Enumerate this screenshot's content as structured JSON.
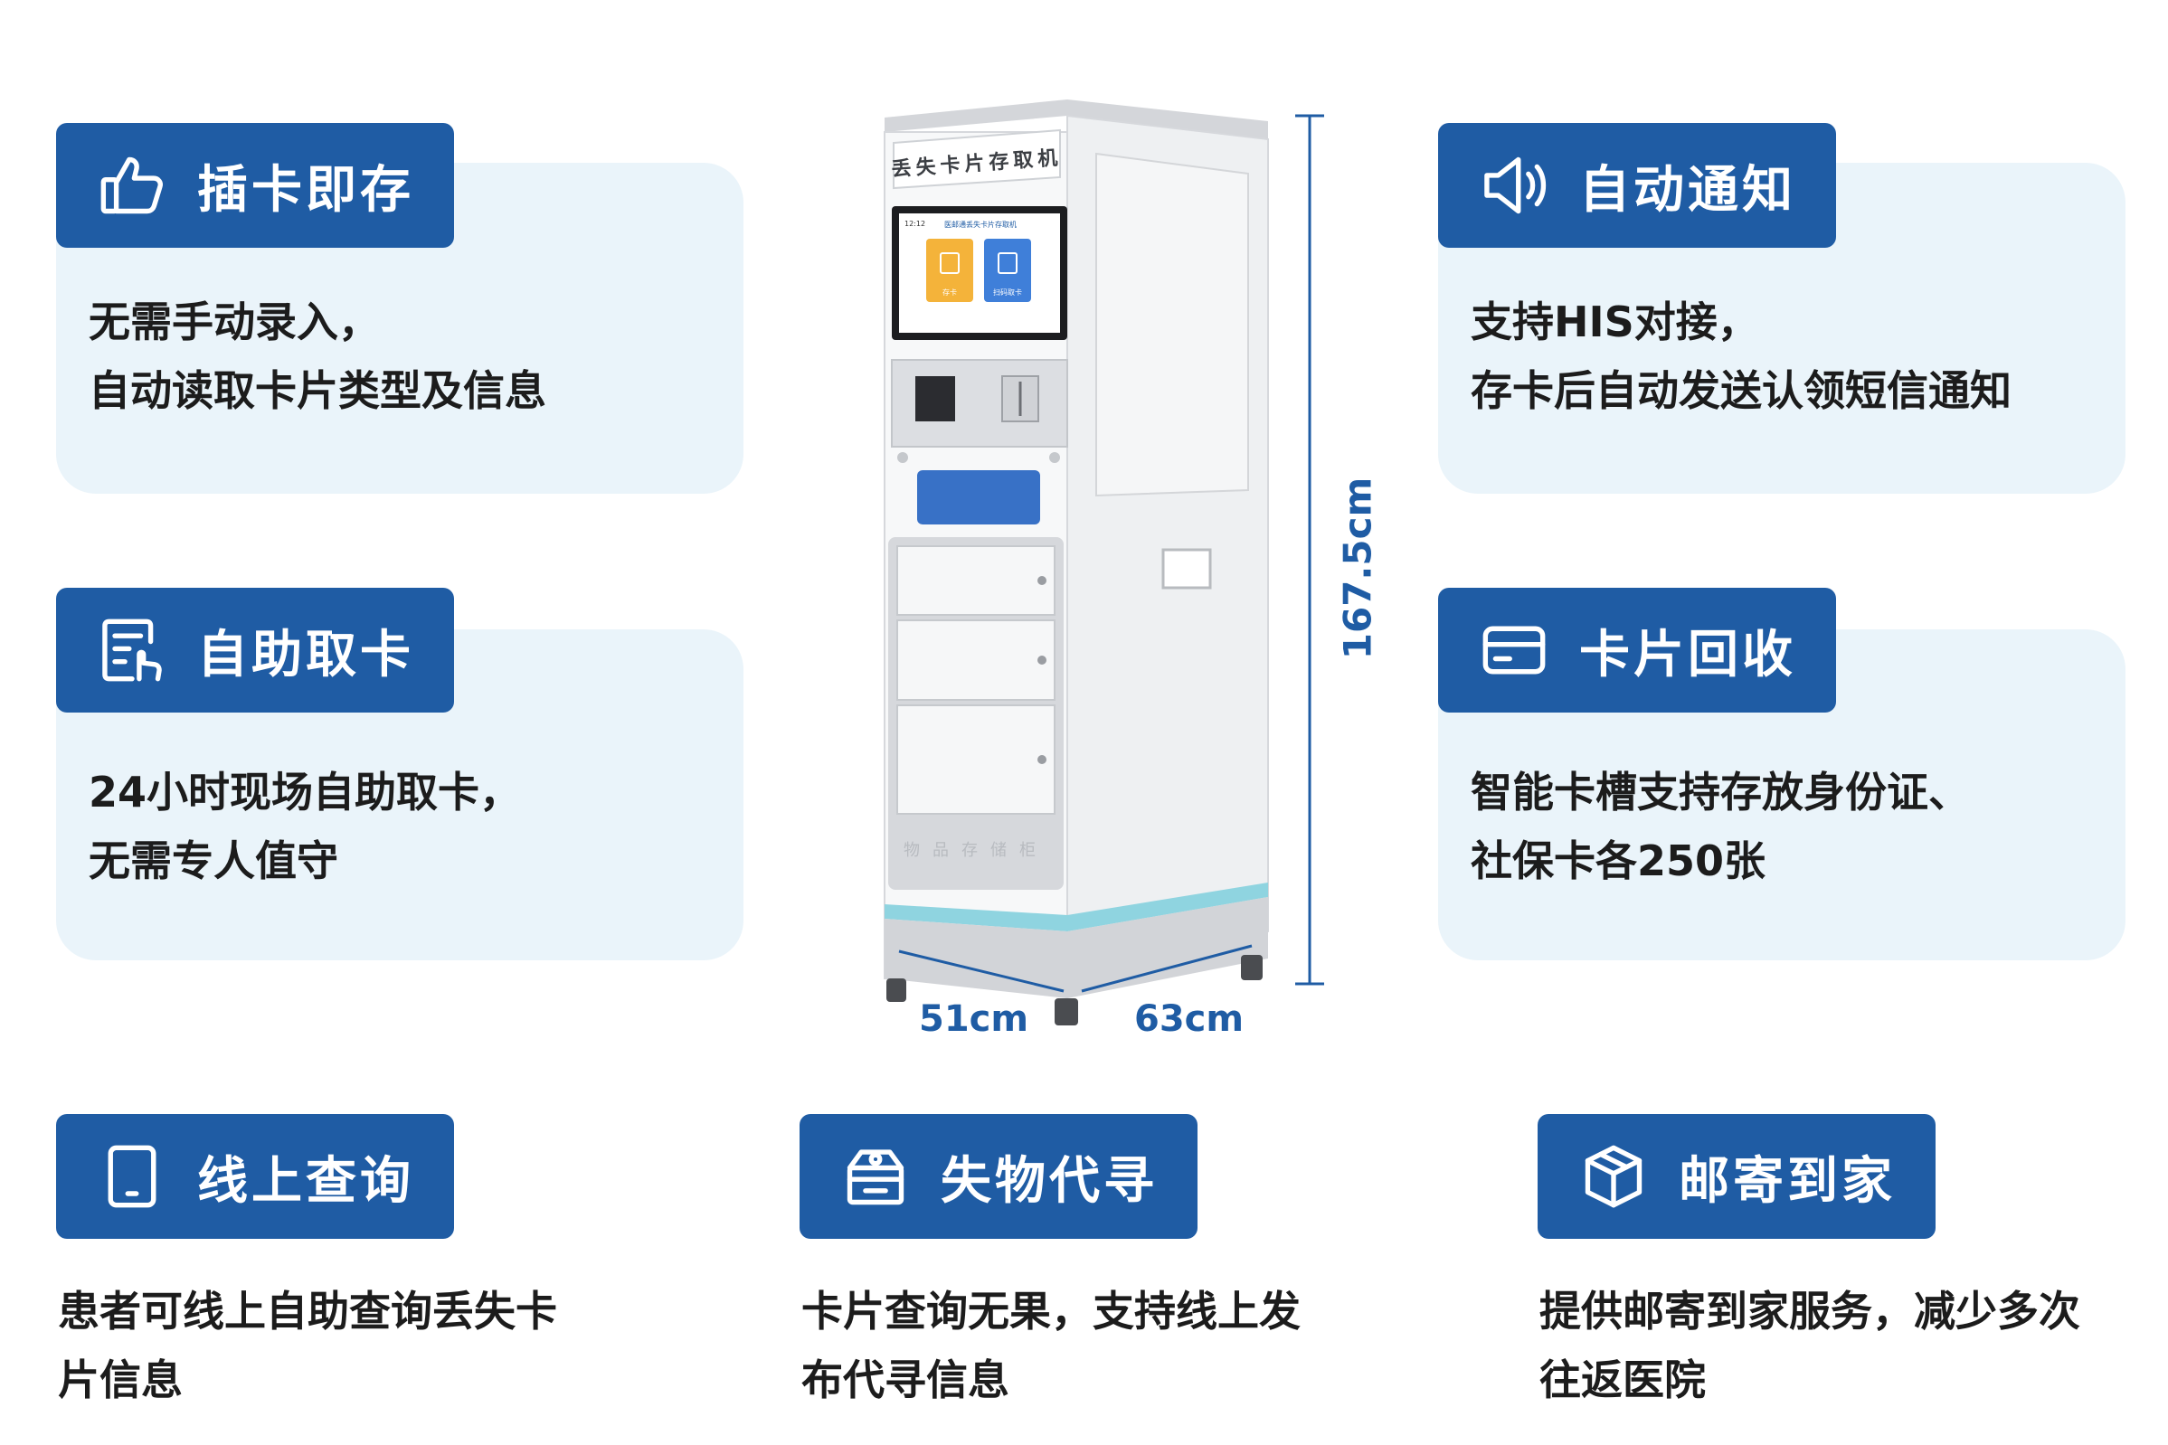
{
  "features": {
    "store": {
      "title": "插卡即存",
      "icon": "thumbs-up-icon",
      "line1": "无需手动录入，",
      "line2": "自动读取卡片类型及信息"
    },
    "notify": {
      "title": "自动通知",
      "icon": "speaker-icon",
      "line1": "支持HIS对接，",
      "line2": "存卡后自动发送认领短信通知"
    },
    "selfpick": {
      "title": "自助取卡",
      "icon": "touch-form-icon",
      "line1": "24小时现场自助取卡，",
      "line2": "无需专人值守"
    },
    "recycle": {
      "title": "卡片回收",
      "icon": "card-icon",
      "line1": "智能卡槽支持存放身份证、",
      "line2": "社保卡各250张"
    },
    "online": {
      "title": "线上查询",
      "icon": "tablet-icon",
      "line1": "患者可线上自助查询丢失卡",
      "line2": "片信息"
    },
    "lost": {
      "title": "失物代寻",
      "icon": "box-search-icon",
      "line1": "卡片查询无果，支持线上发",
      "line2": "布代寻信息"
    },
    "mail": {
      "title": "邮寄到家",
      "icon": "package-icon",
      "line1": "提供邮寄到家服务，减少多次",
      "line2": "往返医院"
    }
  },
  "machine": {
    "header": "丢失卡片存取机",
    "screen_title": "医邮通丢失卡片存取机",
    "screen_time": "12:12",
    "btn_store": "存卡",
    "btn_pick": "扫码取卡",
    "locker_label": "物品存储柜"
  },
  "dimensions": {
    "height": "167.5cm",
    "width": "51cm",
    "depth": "63cm"
  },
  "colors": {
    "brand": "#1f5ca4",
    "card_bg": "#eaf4fa"
  }
}
